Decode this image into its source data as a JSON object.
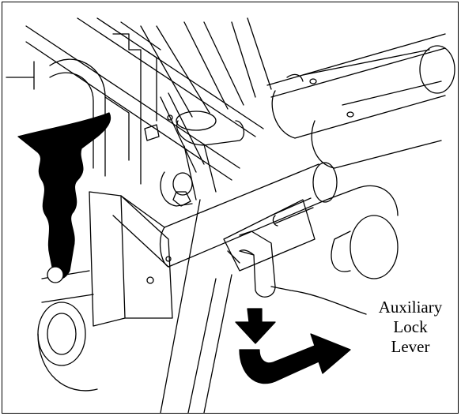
{
  "callout": {
    "line1": "Auxiliary",
    "line2": "Lock",
    "line3": "Lever"
  },
  "colors": {
    "ink": "#000000",
    "paper": "#ffffff"
  }
}
